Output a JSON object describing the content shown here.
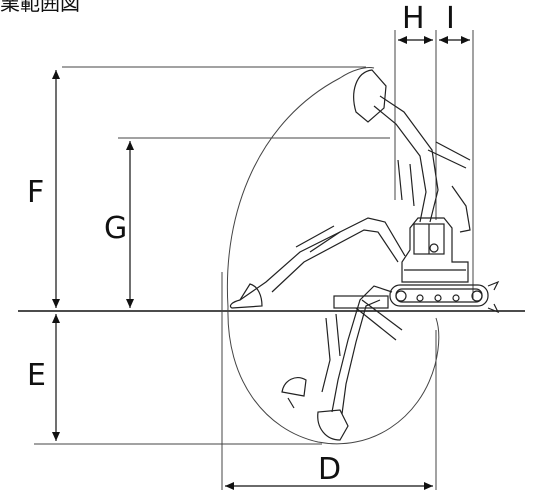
{
  "title": "業範囲図",
  "labels": {
    "F": "F",
    "G": "G",
    "E": "E",
    "D": "D",
    "H": "H",
    "I": "I"
  }
}
